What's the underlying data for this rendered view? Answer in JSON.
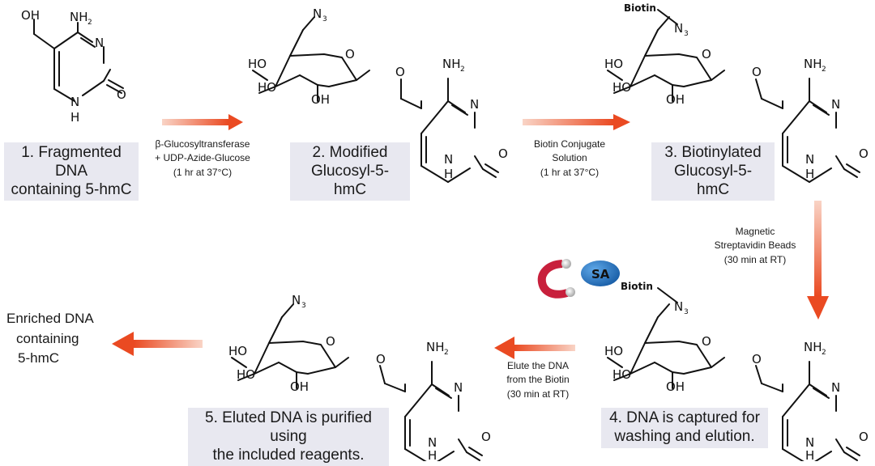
{
  "steps": [
    {
      "l1": "1. Fragmented DNA",
      "l2": "containing 5-hmC"
    },
    {
      "l1": "2. Modified",
      "l2": "Glucosyl-5-hmC"
    },
    {
      "l1": "3. Biotinylated",
      "l2": "Glucosyl-5-hmC"
    },
    {
      "l1": "4. DNA is captured for",
      "l2": "washing and elution."
    },
    {
      "l1": "5. Eluted DNA is purified using",
      "l2": "the included reagents."
    }
  ],
  "conditions": [
    {
      "l1": "β-Glucosyltransferase",
      "l2": "+ UDP-Azide-Glucose",
      "l3": "(1 hr at 37°C)"
    },
    {
      "l1": "Biotin Conjugate",
      "l2": "Solution",
      "l3": "(1 hr at 37°C)"
    },
    {
      "l1": "Magnetic",
      "l2": "Streptavidin Beads",
      "l3": "(30 min at RT)"
    },
    {
      "l1": "Elute the DNA",
      "l2": "from the Biotin",
      "l3": "(30 min at RT)"
    }
  ],
  "final": {
    "l1": "Enriched DNA",
    "l2": "containing",
    "l3": "5-hmC"
  },
  "atoms": {
    "oh": "OH",
    "ho": "HO",
    "o": "O",
    "n": "N",
    "nh": "N",
    "h": "H",
    "nh2": "NH",
    "sub2": "2",
    "n3": "N",
    "sub3": "3"
  },
  "labels": {
    "biotin": "Biotin",
    "sa": "SA"
  },
  "colors": {
    "arrow": "#ea4a22",
    "arrow_light": "#f9d4c6",
    "label_bg": "#e8e8f0",
    "bead": "#1e73be",
    "magnet": "#c8203c"
  }
}
